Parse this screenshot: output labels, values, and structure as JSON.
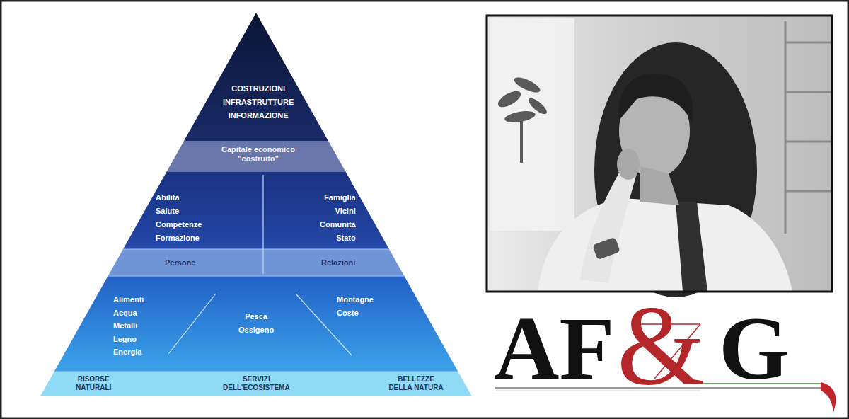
{
  "diagram": {
    "nodes": [
      {
        "text": [
          "COSTRUZIONI INFRASTRUTTURE INFORMAZIONE"
        ]
      },
      {
        "text": [
          "Capitale economico \"costruito\""
        ]
      },
      {
        "text": [
          "Abilità Salute Competenze Formazione"
        ]
      },
      {
        "text": [
          "Famiglia Vicini Comunità Stato"
        ]
      },
      {
        "text": [
          "Persone"
        ]
      },
      {
        "text": [
          "Relazioni"
        ]
      },
      {
        "text": [
          "Alimenti Acqua Metalli Legno Energia"
        ]
      },
      {
        "text": [
          "Pesca Ossigeno"
        ]
      },
      {
        "text": [
          "Montagne Coste"
        ]
      },
      {
        "text": [
          "RISORSE NATURALI"
        ]
      },
      {
        "text": [
          "SERVIZI DELL'ECOSISTEMA"
        ]
      },
      {
        "text": [
          "BELLEZZE DELLA NATURA"
        ]
      }
    ],
    "labels": [
      "AF",
      "&",
      "G"
    ]
  }
}
